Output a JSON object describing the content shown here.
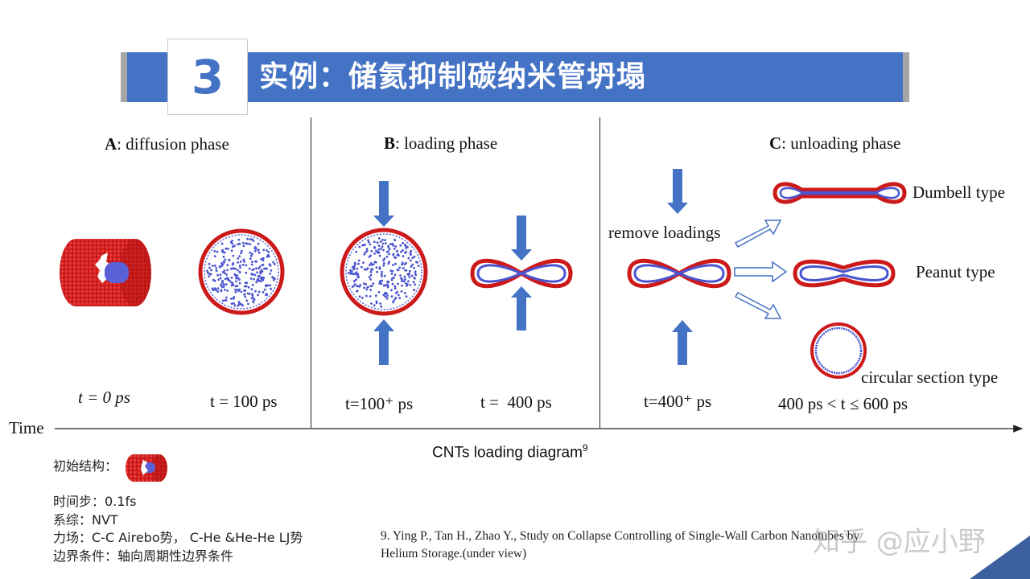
{
  "header": {
    "section_number": "3",
    "title": "实例：储氦抑制碳纳米管坍塌"
  },
  "diagram": {
    "phases": [
      {
        "letter": "A",
        "name": ": diffusion phase"
      },
      {
        "letter": "B",
        "name": ": loading phase"
      },
      {
        "letter": "C",
        "name": ": unloading phase"
      }
    ],
    "time_labels": {
      "t0": "t = 0 ps",
      "t100": "t = 100 ps",
      "t100plus": "t=100⁺ ps",
      "t400": "t =  400 ps",
      "t400plus": "t=400⁺ ps",
      "range": "400 ps < t ≤ 600 ps"
    },
    "remove_label": "remove loadings",
    "types": {
      "dumbell": "Dumbell type",
      "peanut": "Peanut type",
      "circular": "circular section type"
    },
    "time_axis": "Time",
    "caption": "CNTs loading diagram",
    "caption_ref": "9"
  },
  "notes": {
    "initial": "初始结构：",
    "timestep": "时间步：0.1fs",
    "ensemble": "系综：NVT",
    "forcefield": "力场：C-C Airebo势，  C-He &He-He LJ势",
    "boundary": "边界条件：轴向周期性边界条件"
  },
  "reference": {
    "line1": "9. Ying  P., Tan H., Zhao Y., Study on Collapse Controlling  of Single-Wall Carbon Nanotubes by",
    "line2": "Helium  Storage.(under view)"
  },
  "watermark": "知乎 @应小野",
  "colors": {
    "band": "#4472c4",
    "arrow": "#4472c4",
    "tube": "#d01c1c",
    "helium": "#5560d8"
  }
}
